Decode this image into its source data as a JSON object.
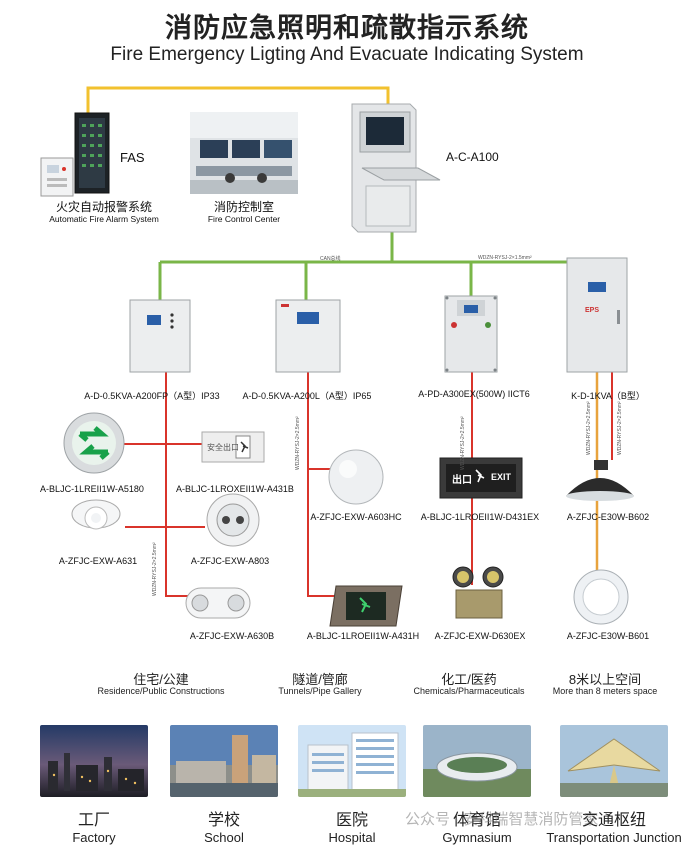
{
  "title": {
    "cn": "消防应急照明和疏散指示系统",
    "en": "Fire Emergency Ligting And Evacuate Indicating System"
  },
  "top": {
    "fas_label": "FAS",
    "fire_alarm_cn": "火灾自动报警系统",
    "fire_alarm_en": "Automatic Fire Alarm System",
    "control_room_cn": "消防控制室",
    "control_room_en": "Fire Control Center",
    "controller_label": "A-C-A100"
  },
  "bus": {
    "can_label": "CAN总线",
    "wdzn_label": "WDZN-RYSJ-2×1.5mm²"
  },
  "distribution": [
    {
      "label": "A-D-0.5KVA-A200FP（A型）IP33"
    },
    {
      "label": "A-D-0.5KVA-A200L（A型）IP65"
    },
    {
      "label": "A-PD-A300EX(500W) IICT6"
    },
    {
      "label": "K-D-1KVA（B型）"
    }
  ],
  "eps_text": "EPS",
  "branch_cable": "WDZN-RYSJ-2×2.5mm²",
  "devices": {
    "d1": "A-BLJC-1LREII1W-A5180",
    "d2": "A-BLJC-1LROXEII1W-A431B",
    "d3": "A-ZFJC-EXW-A631",
    "d4": "A-ZFJC-EXW-A803",
    "d5": "A-ZFJC-EXW-A630B",
    "d6": "A-ZFJC-EXW-A603HC",
    "d7": "A-BLJC-1LROEII1W-A431H",
    "d8": "A-BLJC-1LROEII1W-D431EX",
    "d9": "A-ZFJC-EXW-D630EX",
    "d10": "A-ZFJC-E30W-B602",
    "d11": "A-ZFJC-E30W-B601"
  },
  "sign_text": {
    "exit_cn": "出口",
    "exit_en": "EXIT",
    "safe_exit": "安全出口"
  },
  "categories": [
    {
      "cn": "住宅/公建",
      "en": "Residence/Public Constructions"
    },
    {
      "cn": "隧道/管廊",
      "en": "Tunnels/Pipe Gallery"
    },
    {
      "cn": "化工/医药",
      "en": "Chemicals/Pharmaceuticals"
    },
    {
      "cn": "8米以上空间",
      "en": "More than 8 meters space"
    }
  ],
  "places": [
    {
      "cn": "工厂",
      "en": "Factory"
    },
    {
      "cn": "学校",
      "en": "School"
    },
    {
      "cn": "医院",
      "en": "Hospital"
    },
    {
      "cn": "体育馆",
      "en": "Gymnasium"
    },
    {
      "cn": "交通枢纽",
      "en": "Transportation Junction"
    }
  ],
  "watermark": "公众号 · 安科瑞智慧消防管家",
  "colors": {
    "can_bus": "#7ab648",
    "alarm_line": "#f2c12e",
    "red_line": "#d9342b",
    "orange_line": "#e8a33d",
    "cabinet": "#e9ebec"
  }
}
